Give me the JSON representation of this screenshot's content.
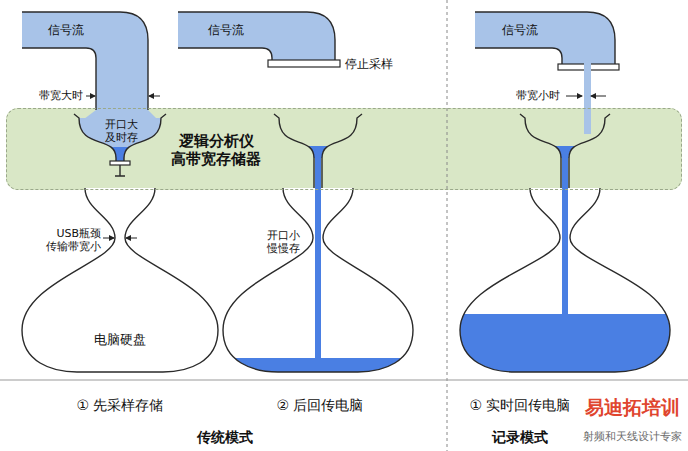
{
  "diagram": {
    "nodes": [
      {
        "text": [
          "信号流"
        ]
      },
      {
        "text": [
          "信号流"
        ]
      },
      {
        "text": [
          "信号流"
        ]
      },
      {
        "text": [
          "逻辑分析仪 高带宽存储器"
        ]
      },
      {
        "text": [
          "开口大 及时存"
        ],
        "in": 3
      },
      {
        "text": [
          "电脑硬盘"
        ]
      }
    ],
    "labels": [
      "带宽大时",
      "USB瓶颈 传输带宽小",
      "停止采样",
      "开口小 慢慢存",
      "带宽小时",
      "① 先采样存储",
      "② 后回传电脑",
      "传统模式",
      "① 实时回传电脑",
      "记录模式",
      "易迪拓培训",
      "射频和天线设计专家"
    ]
  }
}
